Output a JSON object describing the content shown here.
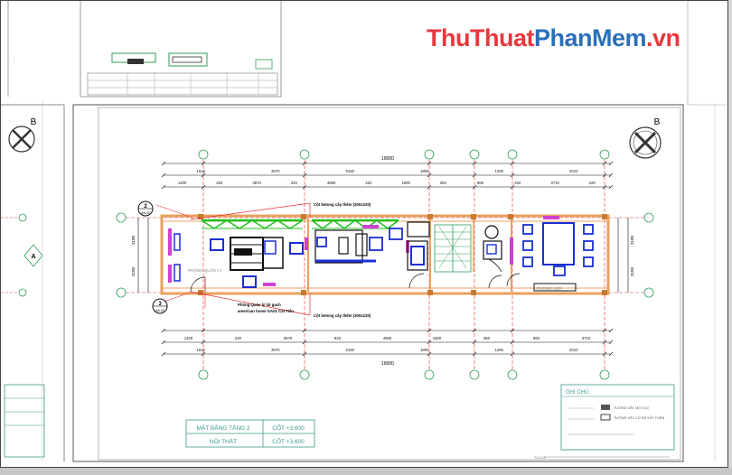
{
  "watermark": {
    "part1": "ThuThuat",
    "part2": "PhanMem",
    "part3": ".vn"
  },
  "drawing": {
    "grid_bubble_b_left": "B",
    "grid_bubble_b_right": "B",
    "section_ref_2": "2",
    "section_ref_2_sub": "AA-02",
    "section_ref_3": "3",
    "section_ref_3_sub": "AA-02",
    "section_a": "A",
    "top_total": "18000",
    "bottom_total": "18000",
    "top_dims_outer": [
      "1510",
      "3670",
      "5150",
      "1800",
      "1260",
      "4010"
    ],
    "top_dims_inner": [
      "1400",
      "220",
      "3670",
      "220",
      "4950",
      "220",
      "1500",
      "300",
      "960",
      "220",
      "3710",
      "220"
    ],
    "bottom_dims_inner": [
      "1400",
      "220",
      "3670",
      "933",
      "4950",
      "1500",
      "360",
      "960",
      "3710"
    ],
    "bottom_dims_outer": [
      "1510",
      "3670",
      "5150",
      "1800",
      "1260",
      "4010"
    ],
    "left_dims": [
      "3100",
      "3100"
    ],
    "right_dims": [
      "3100",
      "3100"
    ],
    "note_column_top": "Cột betong cấy thêm (300x220)",
    "note_column_bottom": "Cột betong cấy thêm (300x220)",
    "note_floor_line1": "Phòng Quản lý lát gạch",
    "note_floor_line2": "american home GA01 Cát Tiên",
    "room_label_manager": "PHÒNG QUẢN LÝ",
    "room_label_meeting": "PHÒNG HỌP"
  },
  "title_block": {
    "row1_left": "MẶT BẰNG TẦNG 2",
    "row1_right": "CỐT +3.600",
    "row2_left": "NỘI THẤT",
    "row2_right": "CỐT +3.600"
  },
  "legend": {
    "title": "GHI CHÚ :",
    "item1": "TƯỜNG XÂY MỚI 110",
    "item2": "TƯỜNG XÂY CŨ ĐÃ XÂY THÊM"
  },
  "scale_label": "SCALE",
  "colors": {
    "wall": "#e8a060",
    "grid": "#2e9c55",
    "axis": "#e53030",
    "furniture": "#1a2fd6",
    "window": "#22c022",
    "magenta": "#d040d0",
    "ink": "#111111",
    "frame": "#3a9a8a"
  }
}
